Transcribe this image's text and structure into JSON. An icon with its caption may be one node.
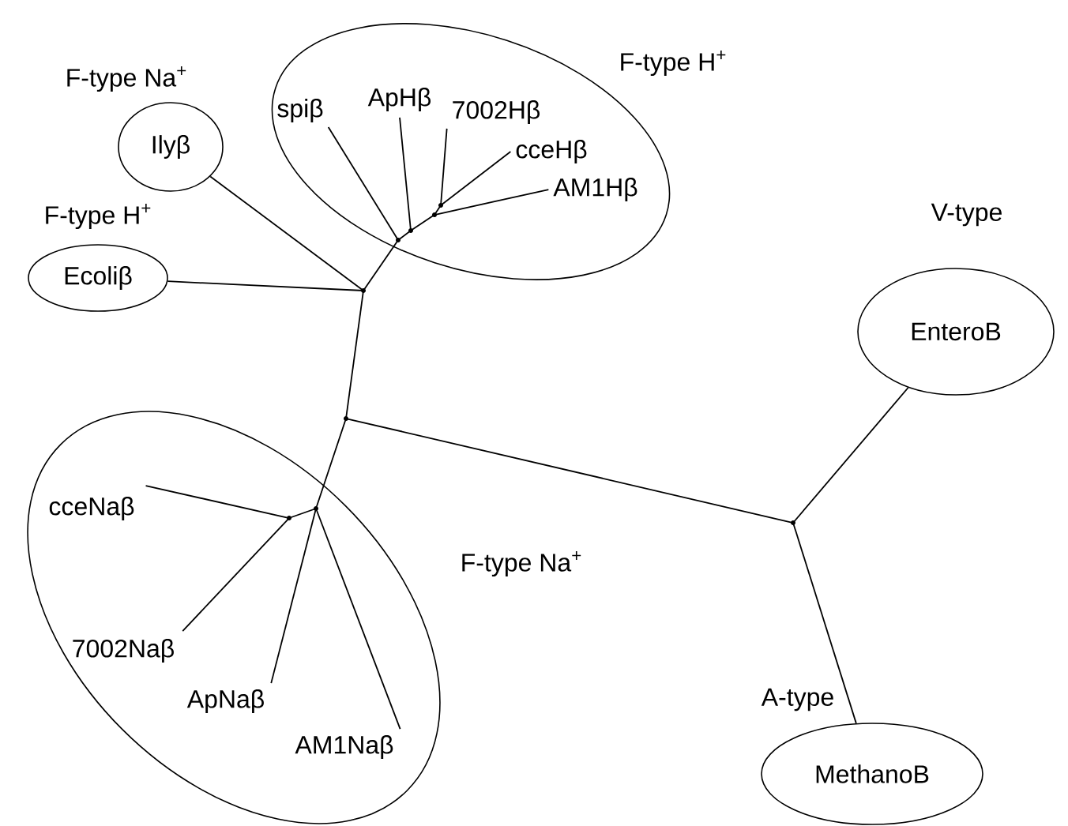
{
  "diagram": {
    "nodes": [
      {
        "text": [
          "F-type Na$^{+}$",
          "Ilyβ"
        ]
      },
      {
        "text": [
          "F-type H$^{+}$"
        ]
      },
      {
        "text": [
          "spiβ"
        ],
        "in": 1
      },
      {
        "text": [
          "ApHβ"
        ],
        "in": 1
      },
      {
        "text": [
          "7002Hβ"
        ],
        "in": 1
      },
      {
        "text": [
          "cceHβ"
        ],
        "in": 1
      },
      {
        "text": [
          "AM1Hβ"
        ],
        "in": 1
      },
      {
        "text": [
          "F-type H$^{+}$",
          "Ecoliβ"
        ]
      },
      {
        "text": [
          "V-type",
          "EnteroB"
        ]
      },
      {
        "text": [
          "F-type Na$^{+}$"
        ]
      },
      {
        "text": [
          "cceNaβ"
        ],
        "in": 9
      },
      {
        "text": [
          "7002Naβ"
        ],
        "in": 9
      },
      {
        "text": [
          "ApNaβ"
        ],
        "in": 9
      },
      {
        "text": [
          "AM1Naβ"
        ],
        "in": 9
      },
      {
        "text": [
          "A-type",
          "MethanoB"
        ]
      },
      {
        "text": [],
        "shape": "point"
      },
      {
        "text": [],
        "shape": "point",
        "in": 1
      },
      {
        "text": [],
        "shape": "point",
        "in": 1
      },
      {
        "text": [],
        "shape": "point",
        "in": 1
      },
      {
        "text": [],
        "shape": "point",
        "in": 1
      },
      {
        "text": [],
        "shape": "point"
      },
      {
        "text": [],
        "shape": "point"
      },
      {
        "text": [],
        "shape": "point",
        "in": 9
      },
      {
        "text": [],
        "shape": "point",
        "in": 9
      }
    ],
    "edges": [
      {
        "from": 15,
        "to": 7,
        "arrow": "none"
      },
      {
        "from": 15,
        "to": 0,
        "arrow": "none"
      },
      {
        "from": 15,
        "to": 16,
        "arrow": "none"
      },
      {
        "from": 16,
        "to": 2,
        "arrow": "none"
      },
      {
        "from": 16,
        "to": 17,
        "arrow": "none"
      },
      {
        "from": 17,
        "to": 3,
        "arrow": "none"
      },
      {
        "from": 17,
        "to": 18,
        "arrow": "none"
      },
      {
        "from": 18,
        "to": 6,
        "arrow": "none"
      },
      {
        "from": 18,
        "to": 19,
        "arrow": "none"
      },
      {
        "from": 19,
        "to": 4,
        "arrow": "none"
      },
      {
        "from": 19,
        "to": 5,
        "arrow": "none"
      },
      {
        "from": 15,
        "to": 20,
        "arrow": "none"
      },
      {
        "from": 20,
        "to": 21,
        "arrow": "none"
      },
      {
        "from": 21,
        "to": 8,
        "arrow": "none"
      },
      {
        "from": 21,
        "to": 14,
        "arrow": "none"
      },
      {
        "from": 20,
        "to": 22,
        "arrow": "none"
      },
      {
        "from": 22,
        "to": 23,
        "arrow": "none"
      },
      {
        "from": 23,
        "to": 10,
        "arrow": "none"
      },
      {
        "from": 23,
        "to": 11,
        "arrow": "none"
      },
      {
        "from": 22,
        "to": 12,
        "arrow": "none"
      },
      {
        "from": 22,
        "to": 13,
        "arrow": "none"
      }
    ]
  }
}
